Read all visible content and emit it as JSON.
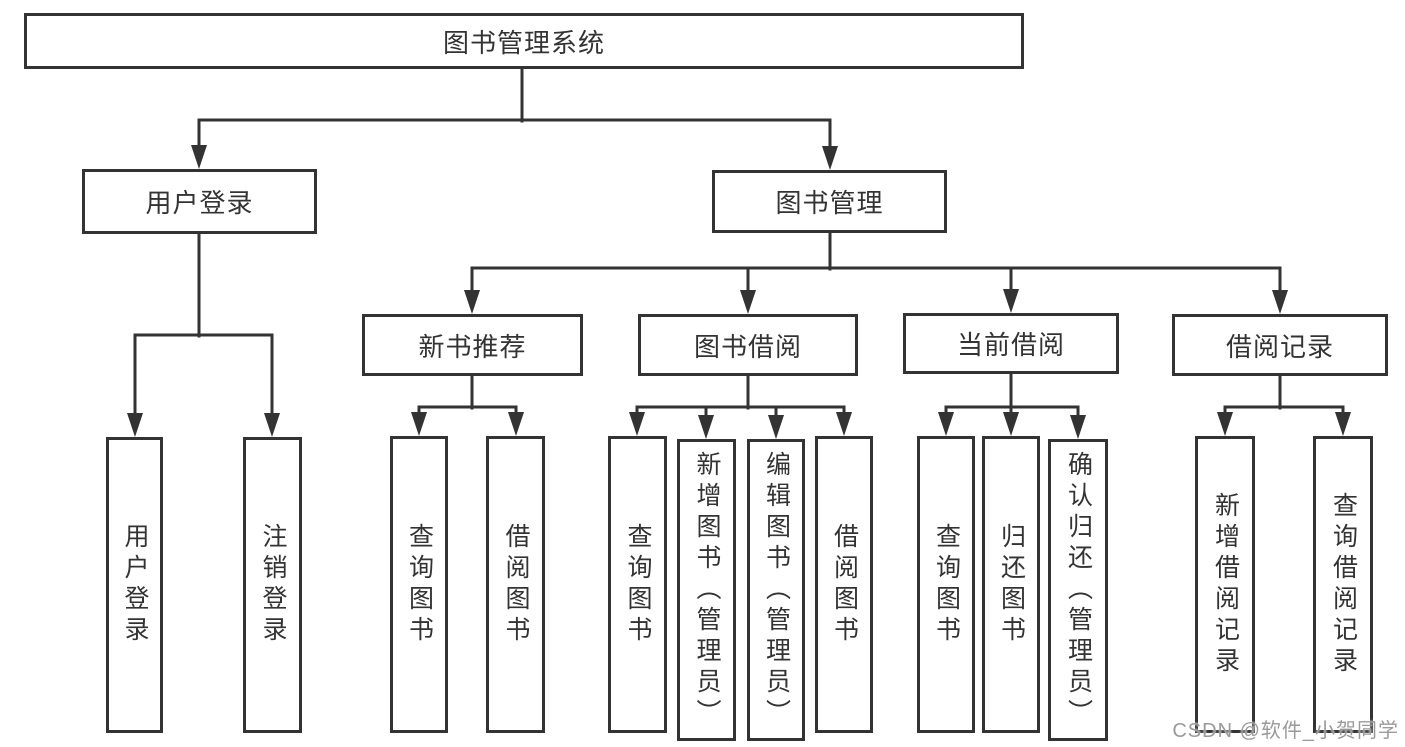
{
  "diagram_type": "functional-structure-tree",
  "colors": {
    "line": "#333333",
    "box_border": "#333333",
    "box_background": "#ffffff",
    "text": "#333333",
    "watermark": "#9a9a9a"
  },
  "watermark": "CSDN @软件_小贺同学",
  "nodes": {
    "root": {
      "label": "图书管理系统"
    },
    "user_login": {
      "label": "用户登录",
      "children": [
        {
          "label": "用户登录"
        },
        {
          "label": "注销登录"
        }
      ]
    },
    "book_management": {
      "label": "图书管理"
    },
    "new_book_recommendation": {
      "label": "新书推荐",
      "children": [
        {
          "label": "查询图书"
        },
        {
          "label": "借阅图书"
        }
      ]
    },
    "book_borrowing": {
      "label": "图书借阅",
      "children": [
        {
          "label": "查询图书"
        },
        {
          "label": "新增图书（管理员）"
        },
        {
          "label": "编辑图书（管理员）"
        },
        {
          "label": "借阅图书"
        }
      ]
    },
    "current_borrowing": {
      "label": "当前借阅",
      "children": [
        {
          "label": "查询图书"
        },
        {
          "label": "归还图书"
        },
        {
          "label": "确认归还（管理员）"
        }
      ]
    },
    "borrowing_records": {
      "label": "借阅记录",
      "children": [
        {
          "label": "新增借阅记录"
        },
        {
          "label": "查询借阅记录"
        }
      ]
    }
  }
}
